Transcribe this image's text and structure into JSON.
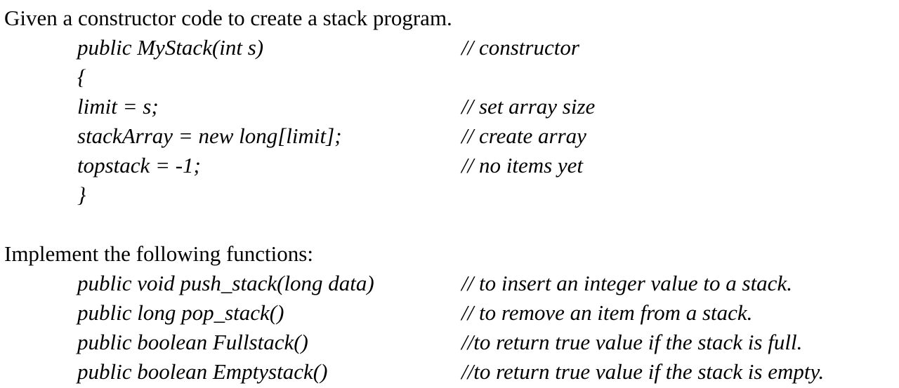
{
  "page": {
    "background_color": "#ffffff",
    "text_color": "#000000"
  },
  "document": {
    "intro": "Given a constructor code to create a stack program.",
    "constructor_block": [
      {
        "code": "public MyStack(int s)",
        "comment": "// constructor"
      },
      {
        "code": "{",
        "comment": ""
      },
      {
        "code": "limit = s;",
        "comment": "// set array size"
      },
      {
        "code": "stackArray = new long[limit];",
        "comment": "// create array"
      },
      {
        "code": "topstack = -1;",
        "comment": "// no items yet"
      },
      {
        "code": "}",
        "comment": ""
      }
    ],
    "implement_heading": "Implement the following functions:",
    "functions_block": [
      {
        "code": "public void push_stack(long data)",
        "comment": "// to insert an integer value to a stack."
      },
      {
        "code": "public long pop_stack()",
        "comment": "// to remove an item from a stack."
      },
      {
        "code": "public boolean Fullstack()",
        "comment": "//to return true value if the stack is full."
      },
      {
        "code": "public boolean Emptystack()",
        "comment": "//to return true value if the stack is empty."
      }
    ]
  }
}
